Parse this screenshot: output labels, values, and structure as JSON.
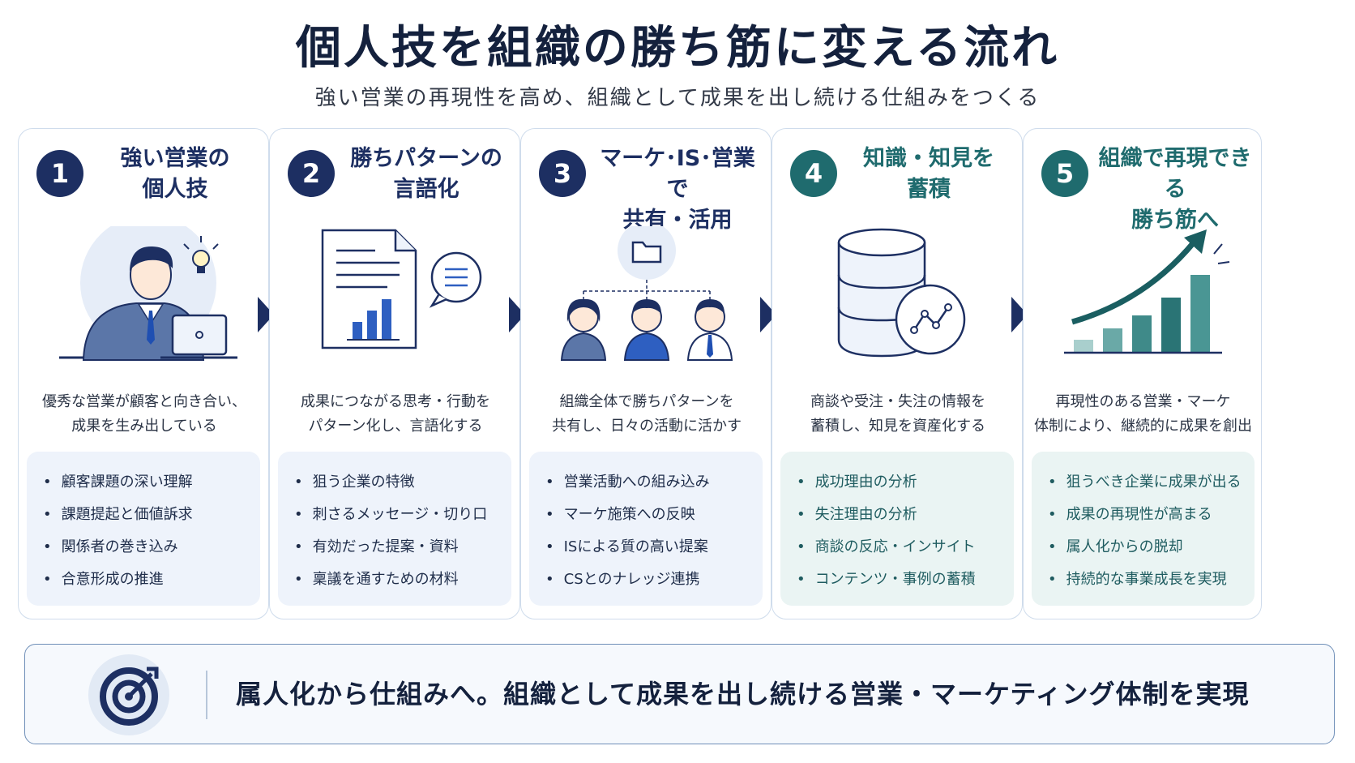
{
  "title": "個人技を組織の勝ち筋に変える流れ",
  "subtitle": "強い営業の再現性を高め、組織として成果を出し続ける仕組みをつくる",
  "colors": {
    "navy": "#1d2f62",
    "teal": "#1f6b6e",
    "blue_bullets": "#eef3fb",
    "teal_bullets": "#eaf4f3"
  },
  "steps": [
    {
      "number": "1",
      "title": "強い営業の\n個人技",
      "icon": "businessman-laptop-icon",
      "description": "優秀な営業が顧客と向き合い、\n成果を生み出している",
      "bullets": [
        "顧客課題の深い理解",
        "課題提起と価値訴求",
        "関係者の巻き込み",
        "合意形成の推進"
      ]
    },
    {
      "number": "2",
      "title": "勝ちパターンの\n言語化",
      "icon": "document-chart-icon",
      "description": "成果につながる思考・行動を\nパターン化し、言語化する",
      "bullets": [
        "狙う企業の特徴",
        "刺さるメッセージ・切り口",
        "有効だった提案・資料",
        "稟議を通すための材料"
      ]
    },
    {
      "number": "3",
      "title": "マーケ･IS･営業で\n共有・活用",
      "icon": "team-folder-icon",
      "description": "組織全体で勝ちパターンを\n共有し、日々の活動に活かす",
      "bullets": [
        "営業活動への組み込み",
        "マーケ施策への反映",
        "ISによる質の高い提案",
        "CSとのナレッジ連携"
      ]
    },
    {
      "number": "4",
      "title": "知識・知見を\n蓄積",
      "icon": "database-analytics-icon",
      "description": "商談や受注・失注の情報を\n蓄積し、知見を資産化する",
      "bullets": [
        "成功理由の分析",
        "失注理由の分析",
        "商談の反応・インサイト",
        "コンテンツ・事例の蓄積"
      ]
    },
    {
      "number": "5",
      "title": "組織で再現できる\n勝ち筋へ",
      "icon": "growth-chart-icon",
      "description": "再現性のある営業・マーケ\n体制により、継続的に成果を創出",
      "bullets": [
        "狙うべき企業に成果が出る",
        "成果の再現性が高まる",
        "属人化からの脱却",
        "持続的な事業成長を実現"
      ]
    }
  ],
  "banner": {
    "icon": "target-icon",
    "text": "属人化から仕組みへ。組織として成果を出し続ける営業・マーケティング体制を実現"
  }
}
